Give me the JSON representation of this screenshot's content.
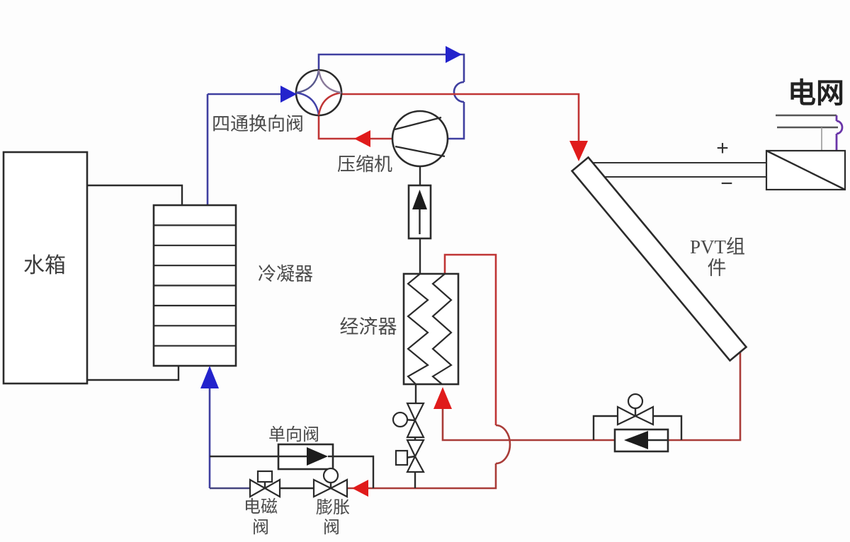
{
  "diagram": {
    "type": "schematic",
    "subject": "PVT solar-assisted heat pump system",
    "labels": {
      "water_tank": "水箱",
      "condenser": "冷凝器",
      "four_way_valve": "四通换向阀",
      "compressor": "压缩机",
      "economizer": "经济器",
      "one_way_valve": "单向阀",
      "solenoid_valve_line1": "电磁",
      "solenoid_valve_line2": "阀",
      "expansion_valve_line1": "膨胀",
      "expansion_valve_line2": "阀",
      "pvt_line1": "PVT组",
      "pvt_line2": "件",
      "grid": "电网",
      "plus": "+",
      "minus": "−"
    },
    "colors": {
      "hot_line": "#c03535",
      "cold_line": "#3f3fa0",
      "black_pipe": "#2b2b2b",
      "hot_arrow": "#e01b1b",
      "cold_arrow": "#2323cc",
      "grid_wire_purple": "#6a35a8",
      "label_text": "#4a4a4a"
    }
  }
}
